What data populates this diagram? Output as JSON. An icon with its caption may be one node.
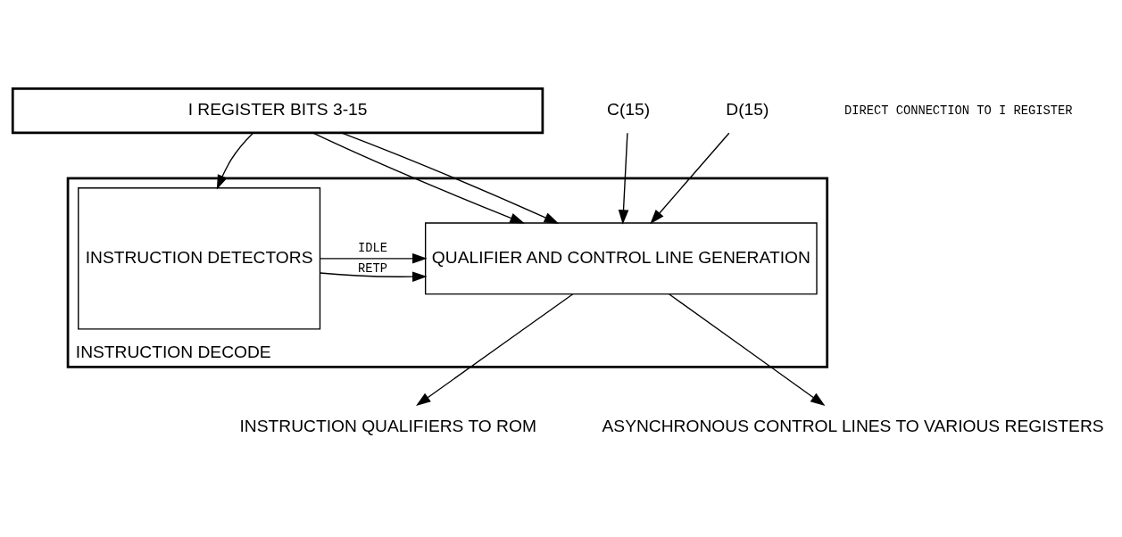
{
  "diagram": {
    "nodes": [
      {
        "text": [
          "INSTRUCTION DECODE"
        ]
      },
      {
        "text": [
          "I REGISTER BITS 3-15"
        ]
      },
      {
        "text": [
          "INSTRUCTION DETECTORS"
        ],
        "in": 0
      },
      {
        "text": [
          "QUALIFIER AND CONTROL LINE GENERATION"
        ],
        "in": 0
      },
      {
        "text": [
          "C(15)"
        ]
      },
      {
        "text": [
          "D(15)"
        ]
      },
      {
        "text": [
          "INSTRUCTION QUALIFIERS TO ROM"
        ]
      },
      {
        "text": [
          "ASYNCHRONOUS CONTROL LINES TO VARIOUS REGISTERS"
        ]
      }
    ],
    "edges": [
      {
        "from": 1,
        "to": 2,
        "arrow": "to"
      },
      {
        "from": 1,
        "to": 3,
        "arrow": "to"
      },
      {
        "from": 1,
        "to": 3,
        "arrow": "to"
      },
      {
        "from": 2,
        "to": 3,
        "arrow": "to",
        "label": "IDLE"
      },
      {
        "from": 2,
        "to": 3,
        "arrow": "to",
        "label": "RETP"
      },
      {
        "from": 4,
        "to": 3,
        "arrow": "to"
      },
      {
        "from": 5,
        "to": 3,
        "arrow": "to"
      },
      {
        "from": 3,
        "to": 6,
        "arrow": "to"
      },
      {
        "from": 3,
        "to": 7,
        "arrow": "to"
      }
    ],
    "labels": [
      "DIRECT CONNECTION TO I REGISTER"
    ]
  }
}
